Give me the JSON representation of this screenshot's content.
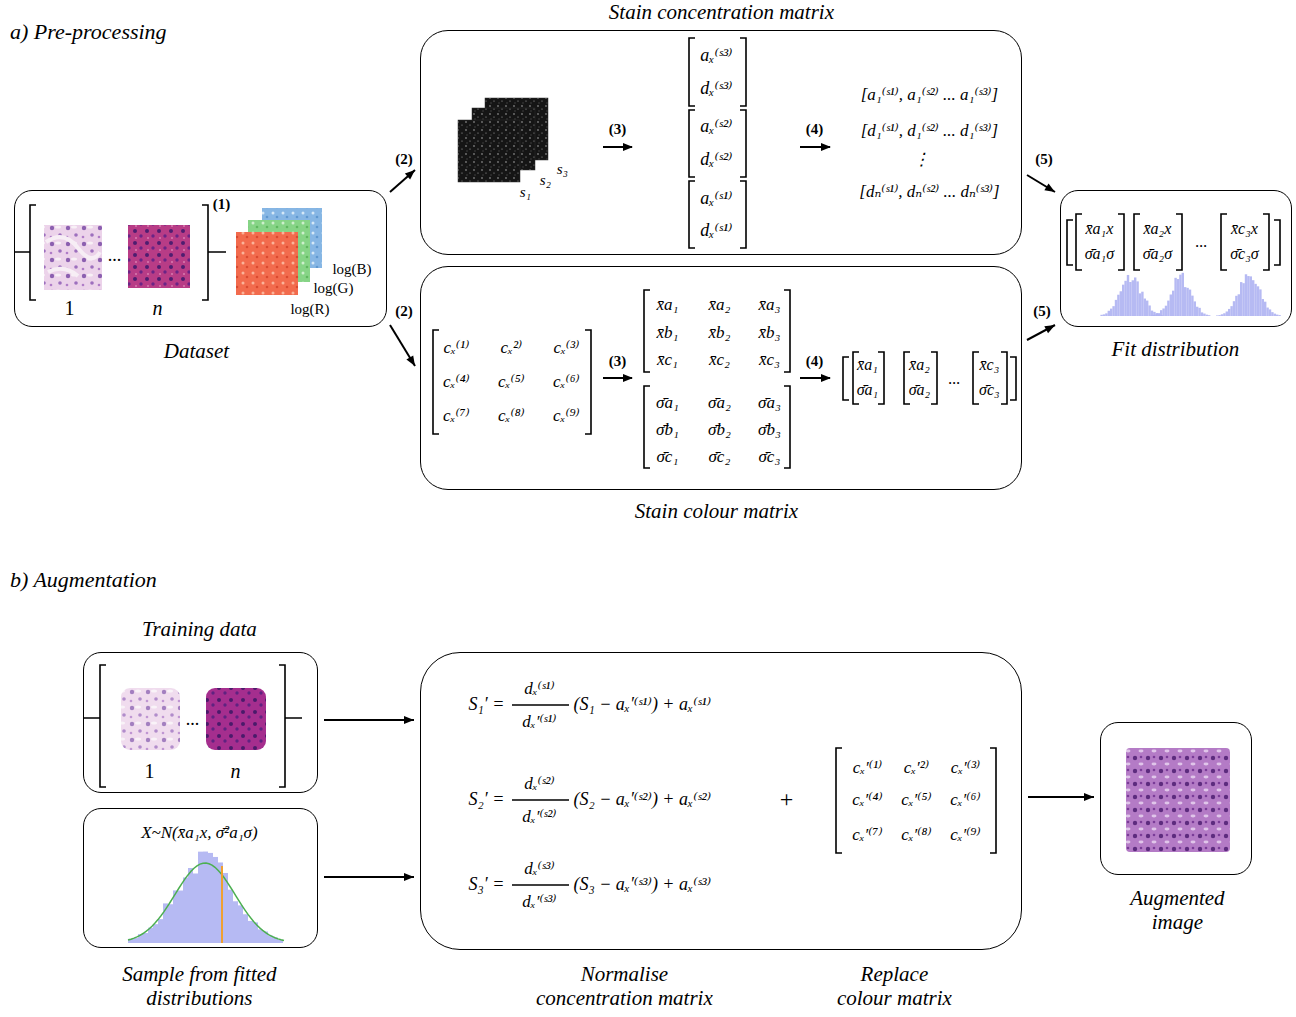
{
  "diagram": {
    "nodes": [
      {
        "text": [
          "1",
          "...",
          "n",
          "(1)",
          "log(B)",
          "log(G)",
          "log(R)",
          "Dataset"
        ]
      },
      {
        "text": [
          "Stain concentration matrix",
          "s₁",
          "s₂",
          "s₃",
          "(3)",
          "aₓ⁽ˢ³⁾",
          "dₓ⁽ˢ³⁾",
          "aₓ⁽ˢ²⁾",
          "dₓ⁽ˢ²⁾",
          "aₓ⁽ˢ¹⁾",
          "dₓ⁽ˢ¹⁾",
          "(4)",
          "[a₁⁽ˢ¹⁾, a₁⁽ˢ²⁾ ... a₁⁽ˢ³⁾]",
          "[d₁⁽ˢ¹⁾, d₁⁽ˢ²⁾ ... d₁⁽ˢ³⁾]",
          "⋮",
          "[dₙ⁽ˢ¹⁾, dₙ⁽ˢ²⁾ ... dₙ⁽ˢ³⁾]"
        ]
      },
      {
        "text": [
          "cₓ⁽¹⁾",
          "cₓ²⁾",
          "cₓ⁽³⁾",
          "cₓ⁽⁴⁾",
          "cₓ⁽⁵⁾",
          "cₓ⁽⁶⁾",
          "cₓ⁽⁷⁾",
          "cₓ⁽⁸⁾",
          "cₓ⁽⁹⁾",
          "(3)",
          "x̄a₁",
          "x̄a₂",
          "x̄a₃",
          "x̄b₁",
          "x̄b₂",
          "x̄b₃",
          "x̄c₁",
          "x̄c₂",
          "x̄c₃",
          "σ̄a₁",
          "σ̄a₂",
          "σ̄a₃",
          "σ̄b₁",
          "σ̄b₂",
          "σ̄b₃",
          "σ̄c₁",
          "σ̄c₂",
          "σ̄c₃",
          "(4)",
          "x̄a₁",
          "σ̄a₁",
          "x̄a₂",
          "σ̄a₂",
          "...",
          "x̄c₃",
          "σ̄c₃",
          "Stain colour matrix"
        ]
      },
      {
        "text": [
          "x̄a₁x",
          "σ̄a₁σ",
          "x̄a₂x",
          "σ̄a₂σ",
          "...",
          "x̄c₃x",
          "σ̄c₃σ",
          "Fit distribution"
        ]
      },
      {
        "text": [
          "Training data",
          "1",
          "...",
          "n"
        ]
      },
      {
        "text": [
          "X~N(x̄a₁x, σ̄²a₁σ)",
          "Sample from fitted distributions"
        ]
      },
      {
        "text": [
          "S₁′ =",
          "dₓ⁽ˢ¹⁾",
          "dₓ′⁽ˢ¹⁾",
          "(S₁ − aₓ′⁽ˢ¹⁾) + aₓ⁽ˢ¹⁾",
          "S₂′ =",
          "dₓ⁽ˢ²⁾",
          "dₓ′⁽ˢ²⁾",
          "(S₂ − aₓ′⁽ˢ²⁾) + aₓ⁽ˢ²⁾",
          "S₃′ =",
          "dₓ⁽ˢ³⁾",
          "dₓ′⁽ˢ³⁾",
          "(S₃ − aₓ′⁽ˢ³⁾) + aₓ⁽ˢ³⁾",
          "+",
          "cₓ′⁽¹⁾",
          "cₓ′²⁾",
          "cₓ′⁽³⁾",
          "cₓ′⁽⁴⁾",
          "cₓ′⁽⁵⁾",
          "cₓ′⁽⁶⁾",
          "cₓ′⁽⁷⁾",
          "cₓ′⁽⁸⁾",
          "cₓ′⁽⁹⁾",
          "Normalise concentration matrix",
          "Replace colour matrix"
        ]
      },
      {
        "text": [
          "Augmented image"
        ]
      }
    ],
    "edges": [
      {
        "from": 0,
        "to": 1,
        "arrow": "to",
        "label": "(2)"
      },
      {
        "from": 0,
        "to": 2,
        "arrow": "to",
        "label": "(2)"
      },
      {
        "from": 1,
        "to": 3,
        "arrow": "to",
        "label": "(5)"
      },
      {
        "from": 2,
        "to": 3,
        "arrow": "to",
        "label": "(5)"
      },
      {
        "from": 4,
        "to": 6,
        "arrow": "to"
      },
      {
        "from": 5,
        "to": 6,
        "arrow": "to"
      },
      {
        "from": 6,
        "to": 7,
        "arrow": "to"
      }
    ],
    "labels": [
      "a) Pre-processing",
      "b) Augmentation"
    ]
  }
}
